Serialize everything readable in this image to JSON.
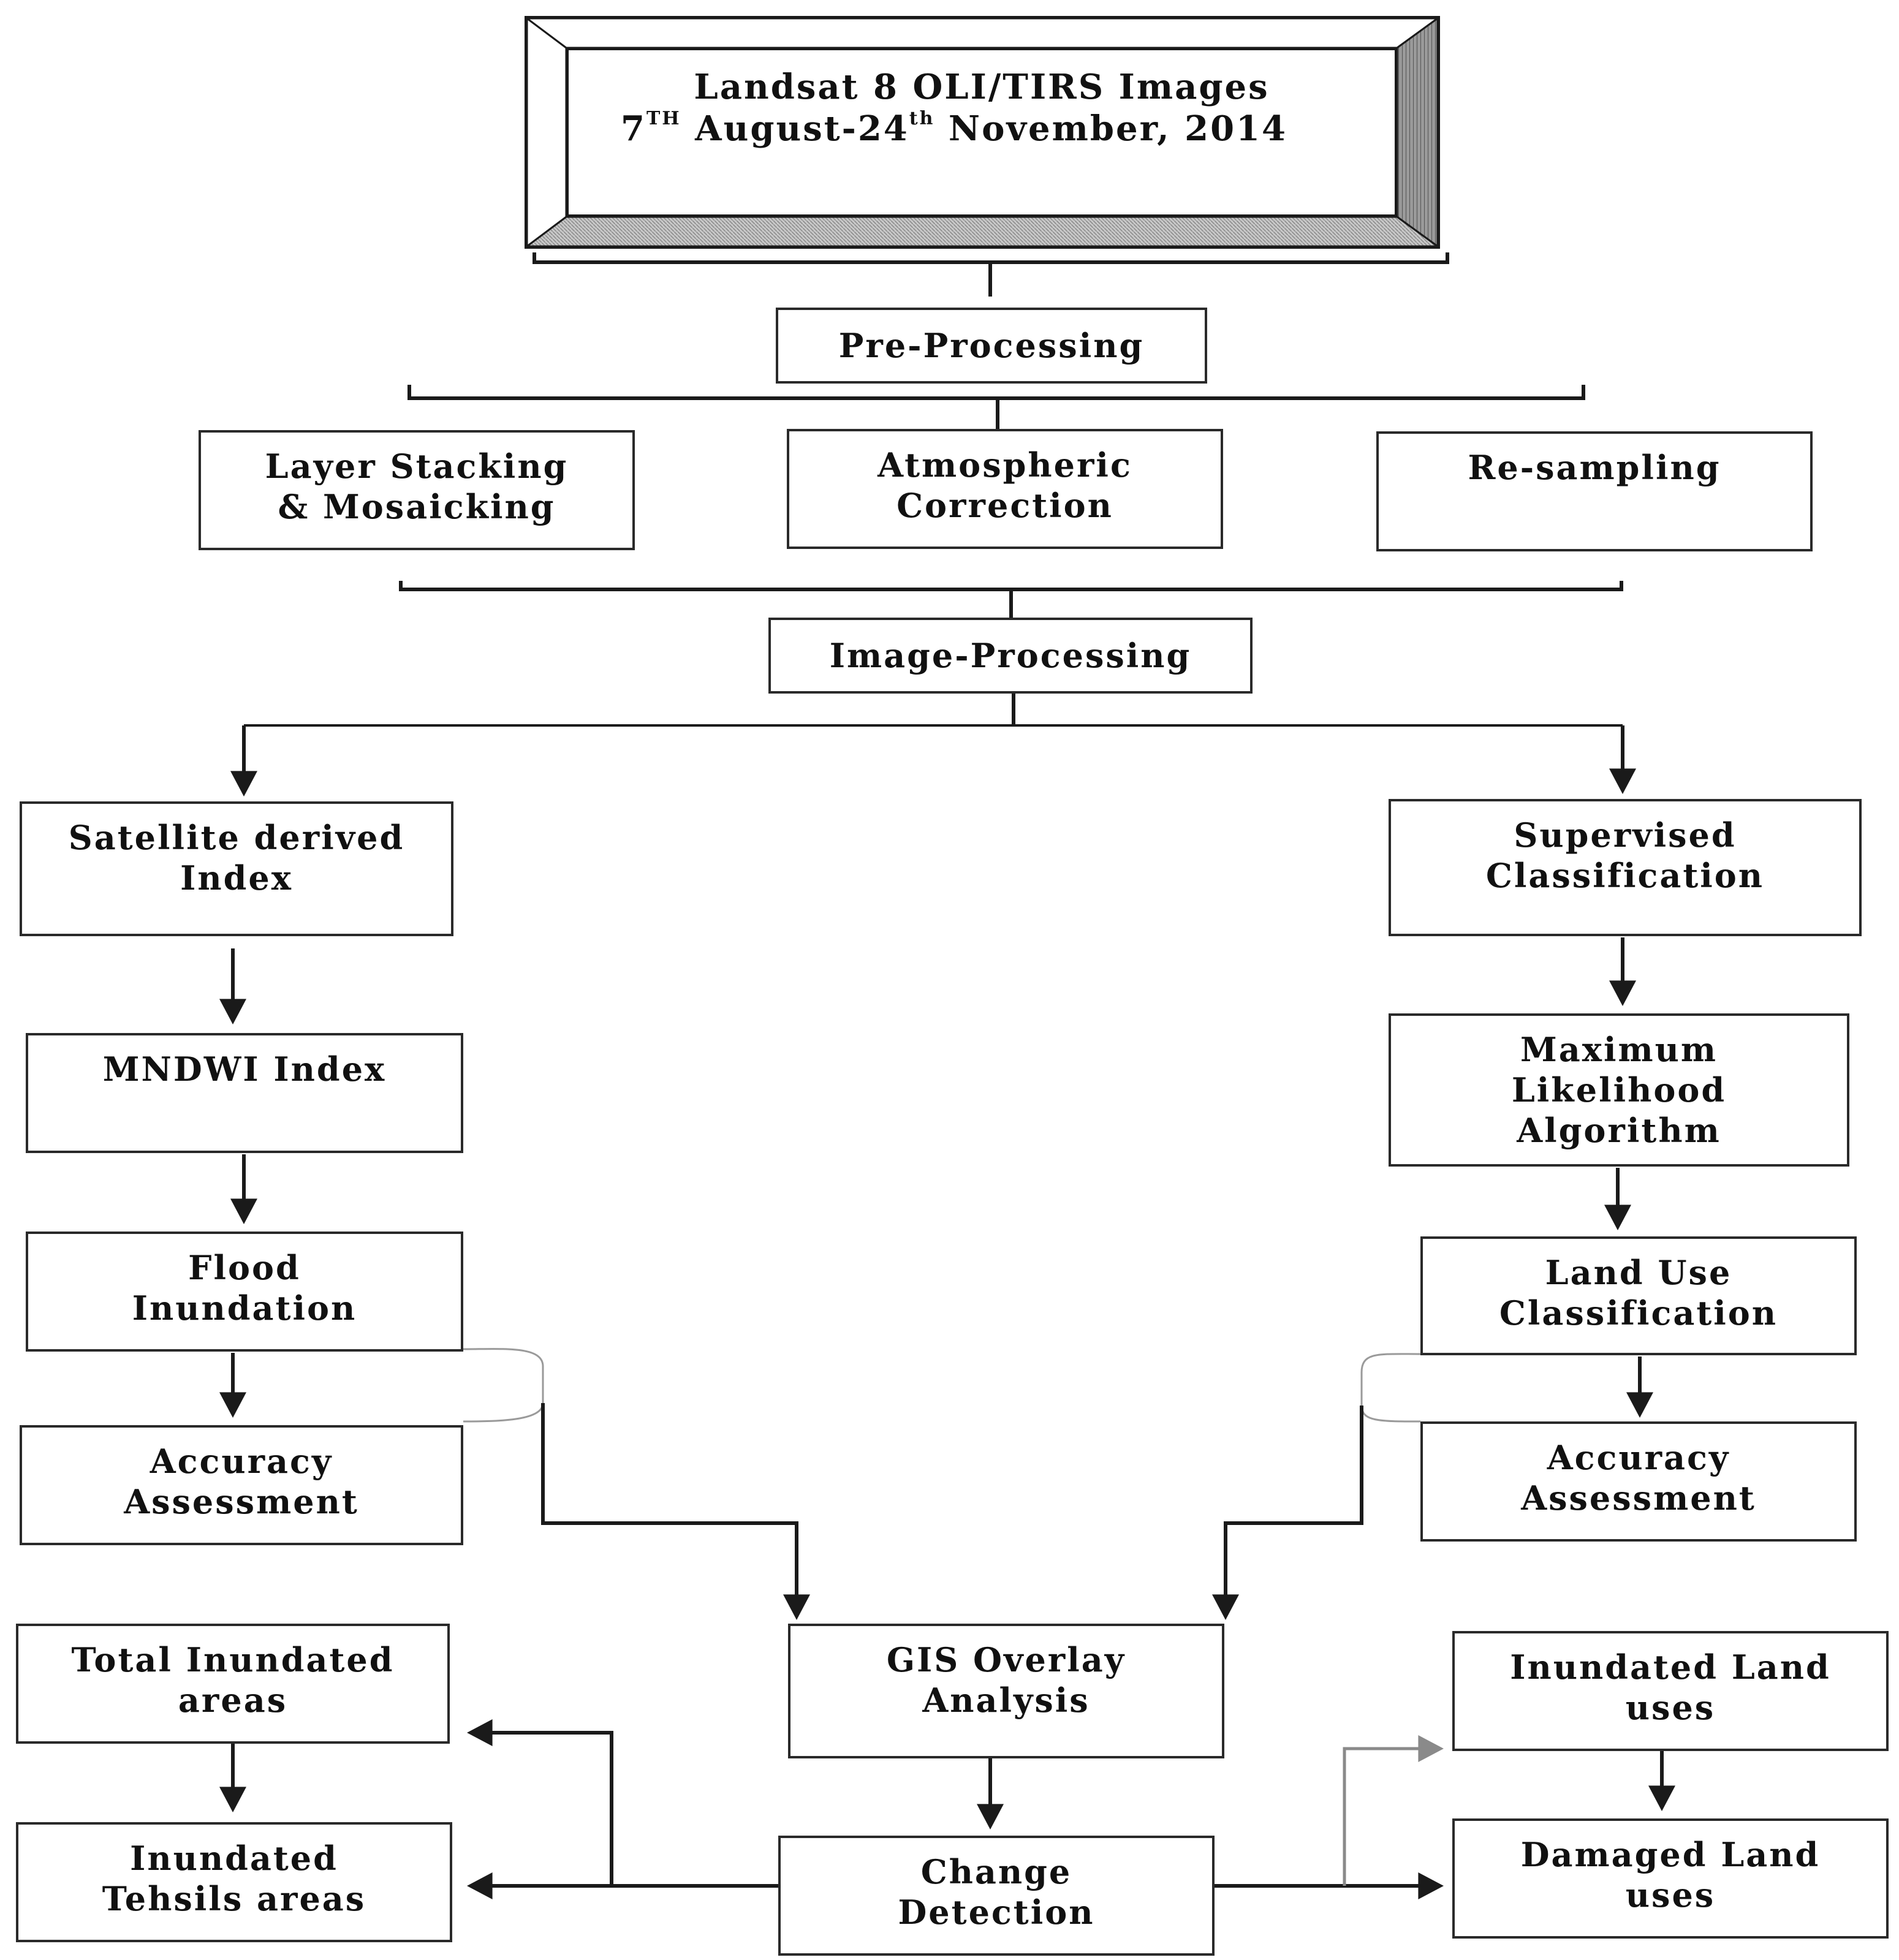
{
  "title_box": {
    "line1": "Landsat 8 OLI/TIRS Images",
    "line2_day1": "7",
    "line2_sup1": "TH",
    "line2_mid": " August-24",
    "line2_sup2": "th",
    "line2_end": " November, 2014"
  },
  "nodes": {
    "pre_processing": [
      "Pre-Processing"
    ],
    "layer_stacking": [
      "Layer Stacking",
      "& Mosaicking"
    ],
    "atmospheric_correction": [
      "Atmospheric",
      "Correction"
    ],
    "re_sampling": [
      "Re-sampling"
    ],
    "image_processing": [
      "Image-Processing"
    ],
    "satellite_index": [
      "Satellite derived",
      "Index"
    ],
    "mndwi_index": [
      "MNDWI Index"
    ],
    "flood_inundation": [
      "Flood",
      "Inundation"
    ],
    "accuracy_left": [
      "Accuracy",
      "Assessment"
    ],
    "supervised_classification": [
      "Supervised",
      "Classification"
    ],
    "maximum_likelihood": [
      "Maximum",
      "Likelihood",
      "Algorithm"
    ],
    "land_use_classification": [
      "Land Use",
      "Classification"
    ],
    "accuracy_right": [
      "Accuracy",
      "Assessment"
    ],
    "gis_overlay": [
      "GIS Overlay",
      "Analysis"
    ],
    "change_detection": [
      "Change",
      "Detection"
    ],
    "total_inundated": [
      "Total Inundated",
      "areas"
    ],
    "inundated_tehsils": [
      "Inundated",
      "Tehsils areas"
    ],
    "inundated_land_uses": [
      "Inundated Land",
      "uses"
    ],
    "damaged_land_uses": [
      "Damaged Land",
      "uses"
    ]
  },
  "colors": {
    "line": "#1a1a1a",
    "gray_arrow": "#8a8a8a",
    "bevel_bottom": "#b8b8b8",
    "bevel_right": "#7a7a7a"
  }
}
